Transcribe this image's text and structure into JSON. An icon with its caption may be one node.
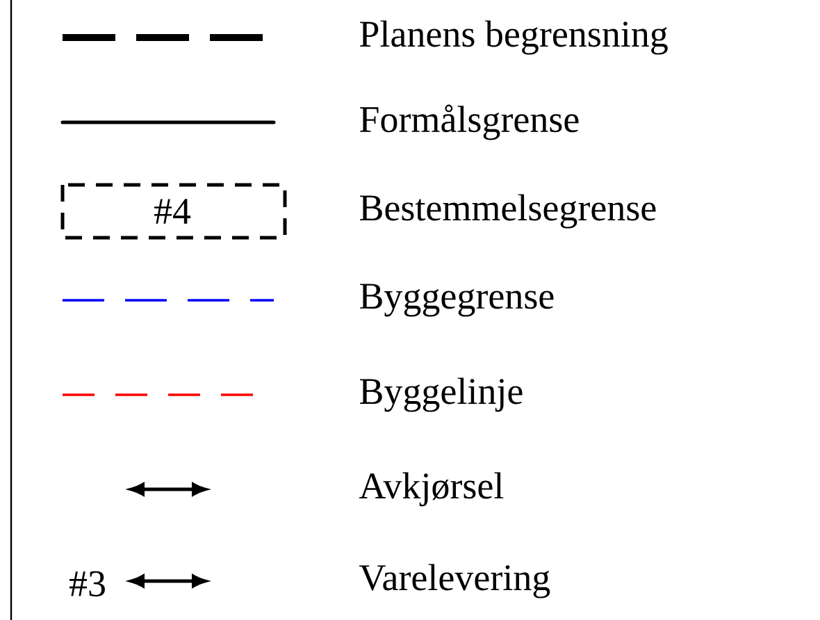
{
  "diagram": {
    "labels": [
      "#4",
      "#3"
    ],
    "legend": [
      {
        "text": "Planens begrensning"
      },
      {
        "text": "Formålsgrense"
      },
      {
        "text": "Bestemmelsegrense"
      },
      {
        "text": "Byggegrense"
      },
      {
        "text": "Byggelinje"
      },
      {
        "text": "Avkjørsel"
      },
      {
        "text": "Varelevering"
      }
    ]
  }
}
